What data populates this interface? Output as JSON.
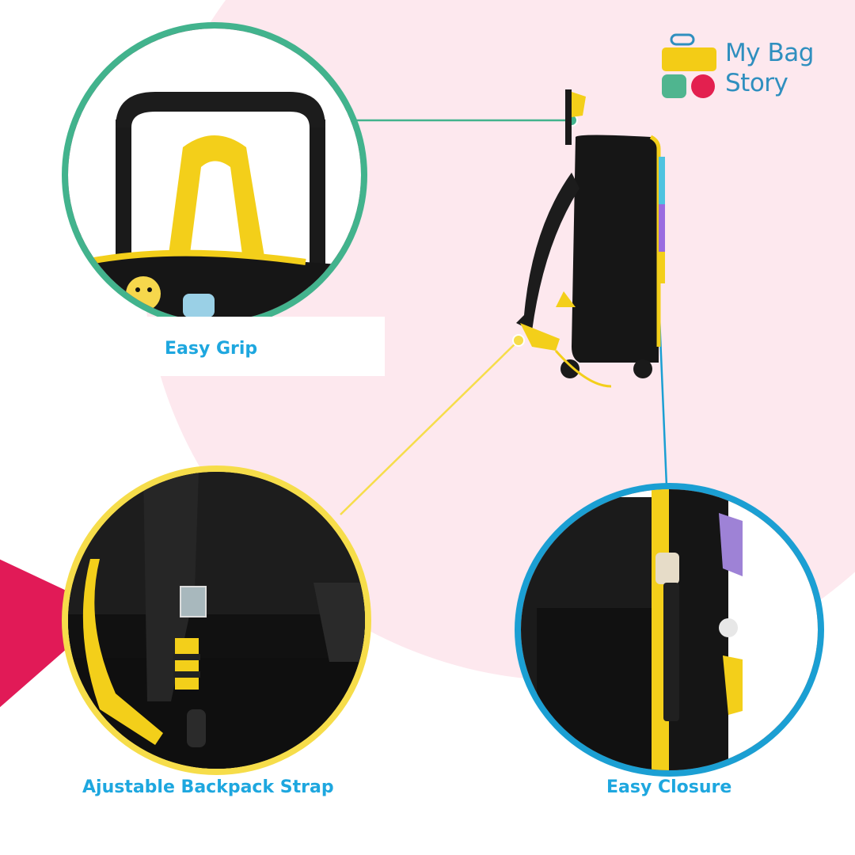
{
  "brand": {
    "line1": "My Bag",
    "line2": "Story",
    "logo_colors": {
      "top": "#f3cc16",
      "bottom_left": "#4fb58f",
      "bottom_right": "#e3204f",
      "text": "#2f8fbf"
    }
  },
  "features": [
    {
      "label": "Easy Grip",
      "ring_color": "#42b38d"
    },
    {
      "label": "Ajustable Backpack Strap",
      "ring_color": "#f6dd4a"
    },
    {
      "label": "Easy Closure",
      "ring_color": "#1b9fd3"
    }
  ],
  "palette": {
    "background_blob": "#fde8ee",
    "accent_red": "#e11a57",
    "bag_black": "#111111",
    "bag_yellow": "#f7d31b",
    "caption_text": "#1ea7df"
  }
}
